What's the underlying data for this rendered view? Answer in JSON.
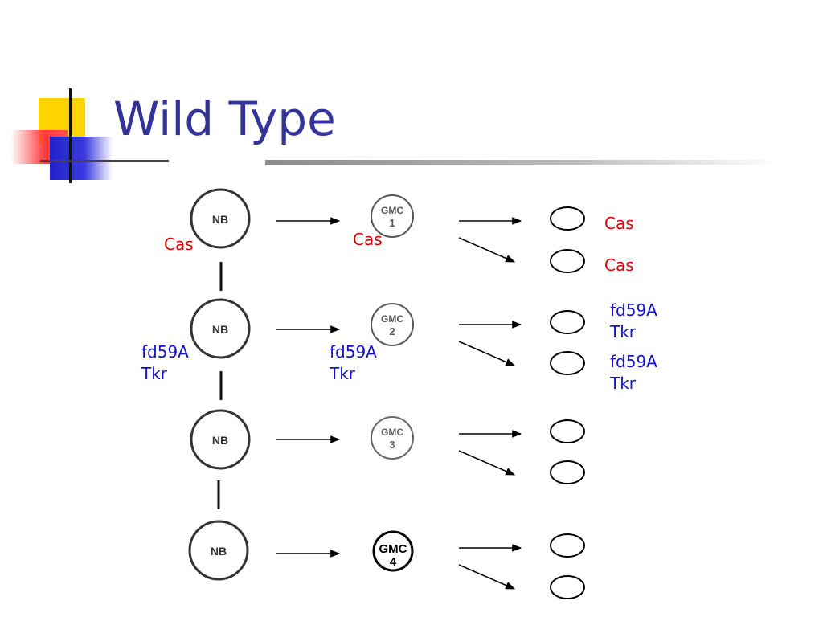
{
  "title": "Wild Type",
  "colors": {
    "title": "#333399",
    "cas": "#dd0000",
    "tkr": "#1111cc"
  },
  "rows": [
    {
      "nb": "NB",
      "gmc_top": "GMC",
      "gmc_num": "1",
      "nb_label": "Cas",
      "gmc_label": "Cas",
      "daughter_labels": [
        "Cas",
        "Cas"
      ]
    },
    {
      "nb": "NB",
      "gmc_top": "GMC",
      "gmc_num": "2",
      "nb_label": "fd59A\nTkr",
      "gmc_label": "fd59A\nTkr",
      "daughter_labels": [
        "fd59A\nTkr",
        "fd59A\nTkr"
      ]
    },
    {
      "nb": "NB",
      "gmc_top": "GMC",
      "gmc_num": "3"
    },
    {
      "nb": "NB",
      "gmc_top": "GMC",
      "gmc_num": "4"
    }
  ]
}
